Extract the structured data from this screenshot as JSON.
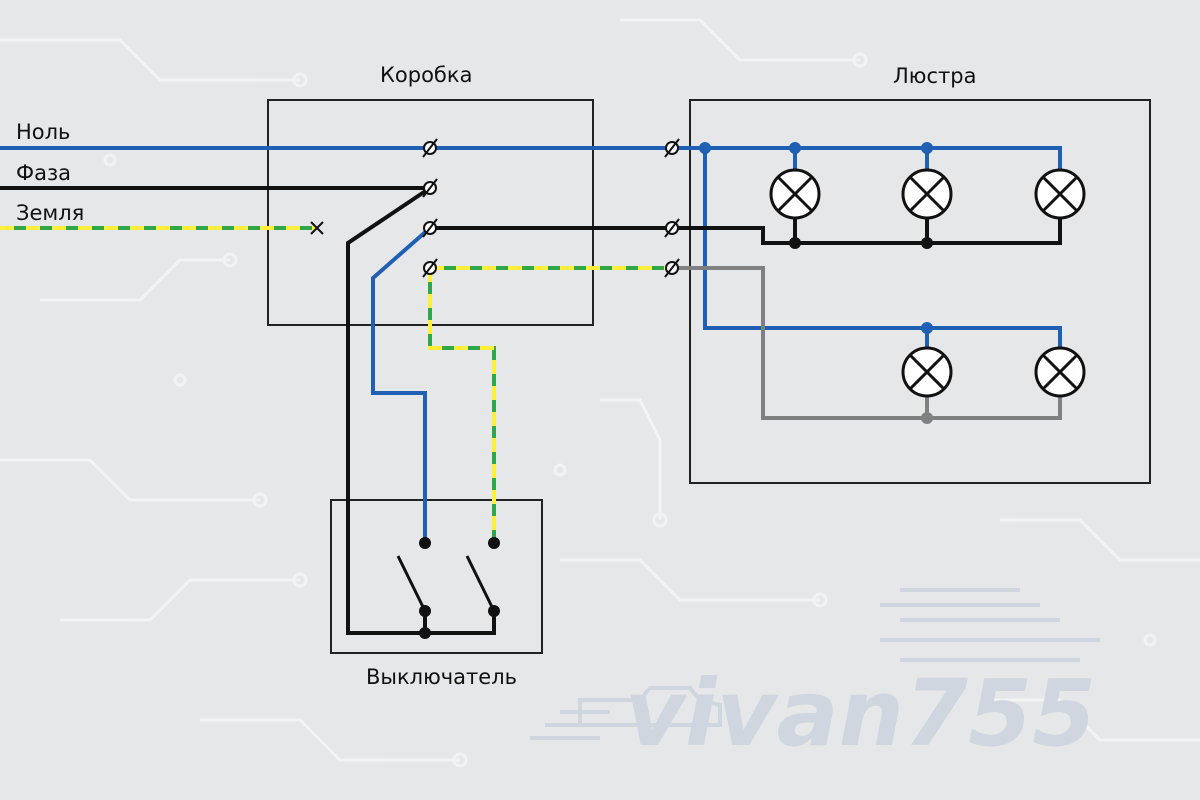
{
  "labels": {
    "box": "Коробка",
    "chandelier": "Люстра",
    "switch": "Выключатель",
    "neutral": "Ноль",
    "phase": "Фаза",
    "ground": "Земля"
  },
  "watermark": "vivan755",
  "colors": {
    "background": "#e6e7e8",
    "neutral_wire": "#1f5fb4",
    "phase_wire": "#111111",
    "ground_green": "#2ea84a",
    "ground_yellow": "#ffef3a",
    "lamp_return_wire": "#808080",
    "frame": "#222222",
    "watermark": "#cfd6e0"
  }
}
